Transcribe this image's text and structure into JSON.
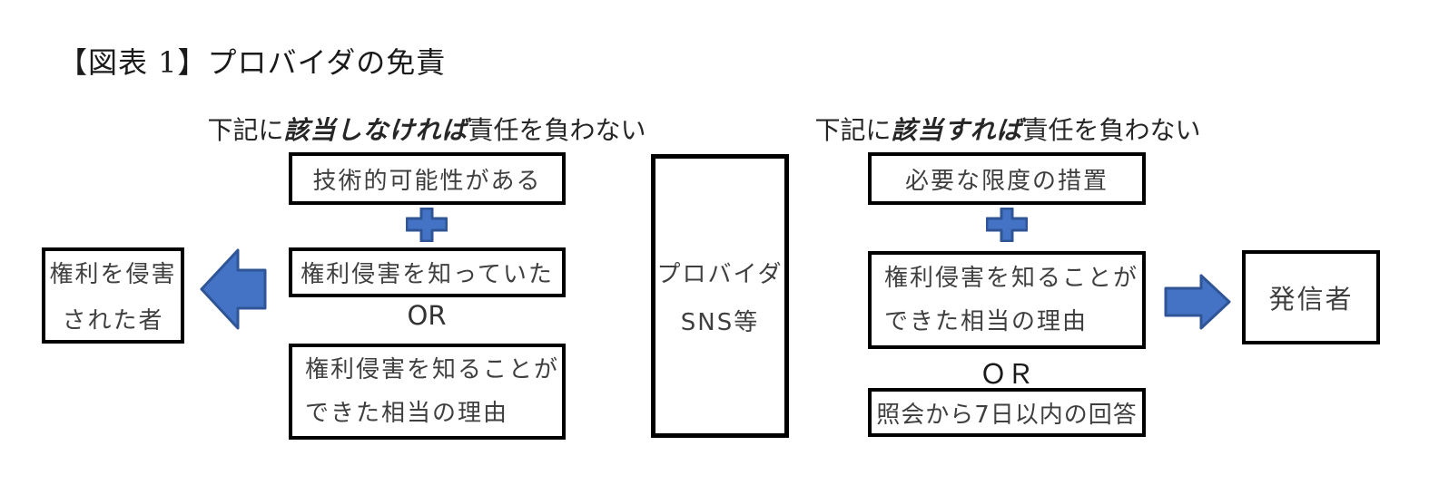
{
  "title": "【図表 1】プロバイダの免責",
  "colors": {
    "background": "#ffffff",
    "box_border": "#000000",
    "shape_fill": "#4472C4",
    "shape_stroke": "#2F5597",
    "text": "#3f3f3f"
  },
  "icons": {
    "plus": "＋",
    "arrow_left": "⬅",
    "arrow_right": "➡"
  },
  "left_section": {
    "header": {
      "pre": "下記に",
      "em": "該当しなければ",
      "post": "責任を負わない"
    },
    "box_technical": "技術的可能性がある",
    "box_knew": "権利侵害を知っていた",
    "or": "OR",
    "box_reason": {
      "line1": "権利侵害を知ることが",
      "line2": "できた相当の理由"
    }
  },
  "right_section": {
    "header": {
      "pre": "下記に",
      "em": "該当すれば",
      "post": "責任を負わない"
    },
    "box_measures": "必要な限度の措置",
    "box_reason": {
      "line1": "権利侵害を知ることが",
      "line2": "できた相当の理由"
    },
    "or": "ＯＲ",
    "box_reply": "照会から7日以内の回答"
  },
  "victim_box": {
    "line1": "権利を侵害",
    "line2": "された者"
  },
  "provider_box": {
    "line1": "プロバイダ",
    "line2": "SNS等"
  },
  "sender_box": {
    "label": "発信者"
  }
}
